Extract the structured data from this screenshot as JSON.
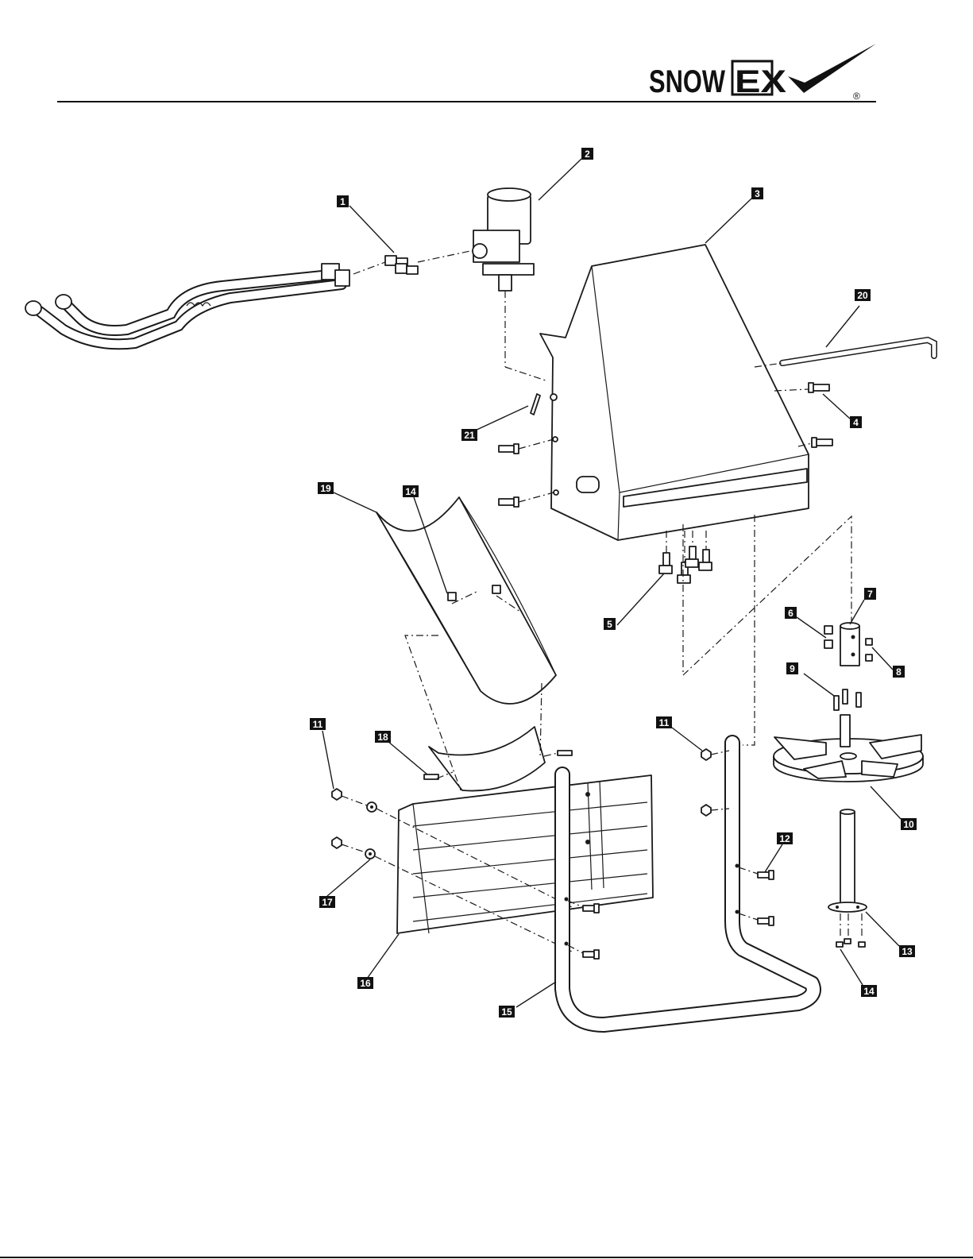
{
  "brand": {
    "name_part1": "SNOW",
    "name_part2": "EX",
    "registered": "®",
    "colors": {
      "ink": "#111111",
      "paper": "#ffffff"
    }
  },
  "callouts": [
    {
      "id": "1",
      "label": "1",
      "part": "hose-fittings"
    },
    {
      "id": "2",
      "label": "2",
      "part": "hydraulic-motor"
    },
    {
      "id": "3",
      "label": "3",
      "part": "hopper-cover"
    },
    {
      "id": "4",
      "label": "4",
      "part": "bolts"
    },
    {
      "id": "5",
      "label": "5",
      "part": "bottom-bolts"
    },
    {
      "id": "6",
      "label": "6",
      "part": "square-keys"
    },
    {
      "id": "7",
      "label": "7",
      "part": "coupler-tube"
    },
    {
      "id": "8",
      "label": "8",
      "part": "set-screws"
    },
    {
      "id": "9",
      "label": "9",
      "part": "spinner-bolts"
    },
    {
      "id": "10",
      "label": "10",
      "part": "spinner-disc"
    },
    {
      "id": "11",
      "label": "11",
      "part": "nut"
    },
    {
      "id": "11b",
      "label": "11",
      "part": "frame-nuts"
    },
    {
      "id": "12",
      "label": "12",
      "part": "frame-bolts"
    },
    {
      "id": "13",
      "label": "13",
      "part": "spinner-shaft"
    },
    {
      "id": "14",
      "label": "14",
      "part": "chute-nuts"
    },
    {
      "id": "14b",
      "label": "14",
      "part": "shaft-nuts"
    },
    {
      "id": "15",
      "label": "15",
      "part": "mounting-frame"
    },
    {
      "id": "16",
      "label": "16",
      "part": "deflector"
    },
    {
      "id": "17",
      "label": "17",
      "part": "washers"
    },
    {
      "id": "18",
      "label": "18",
      "part": "chute-bolts"
    },
    {
      "id": "19",
      "label": "19",
      "part": "chute"
    },
    {
      "id": "20",
      "label": "20",
      "part": "pin-rod"
    },
    {
      "id": "21",
      "label": "21",
      "part": "hair-pin"
    }
  ]
}
